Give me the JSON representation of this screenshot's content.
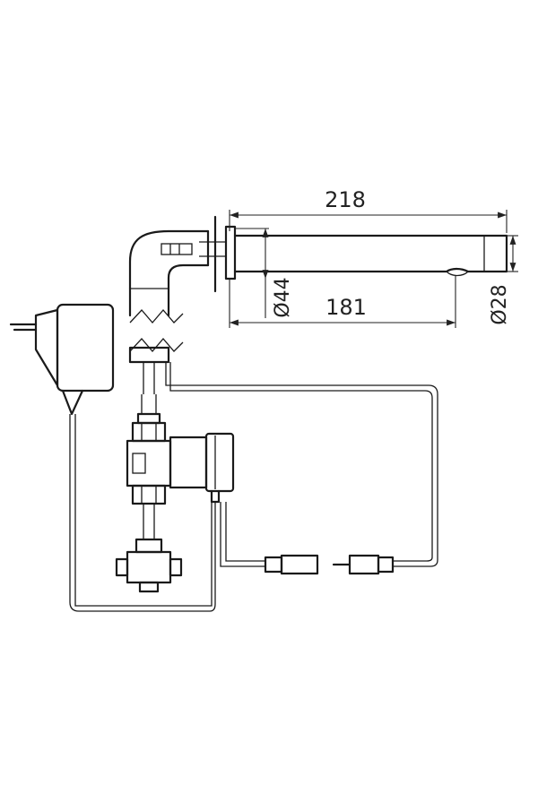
{
  "dimensions": {
    "overall_length": "218",
    "spout_length": "181",
    "flange_diameter": "Ø44",
    "spout_diameter": "Ø28"
  }
}
